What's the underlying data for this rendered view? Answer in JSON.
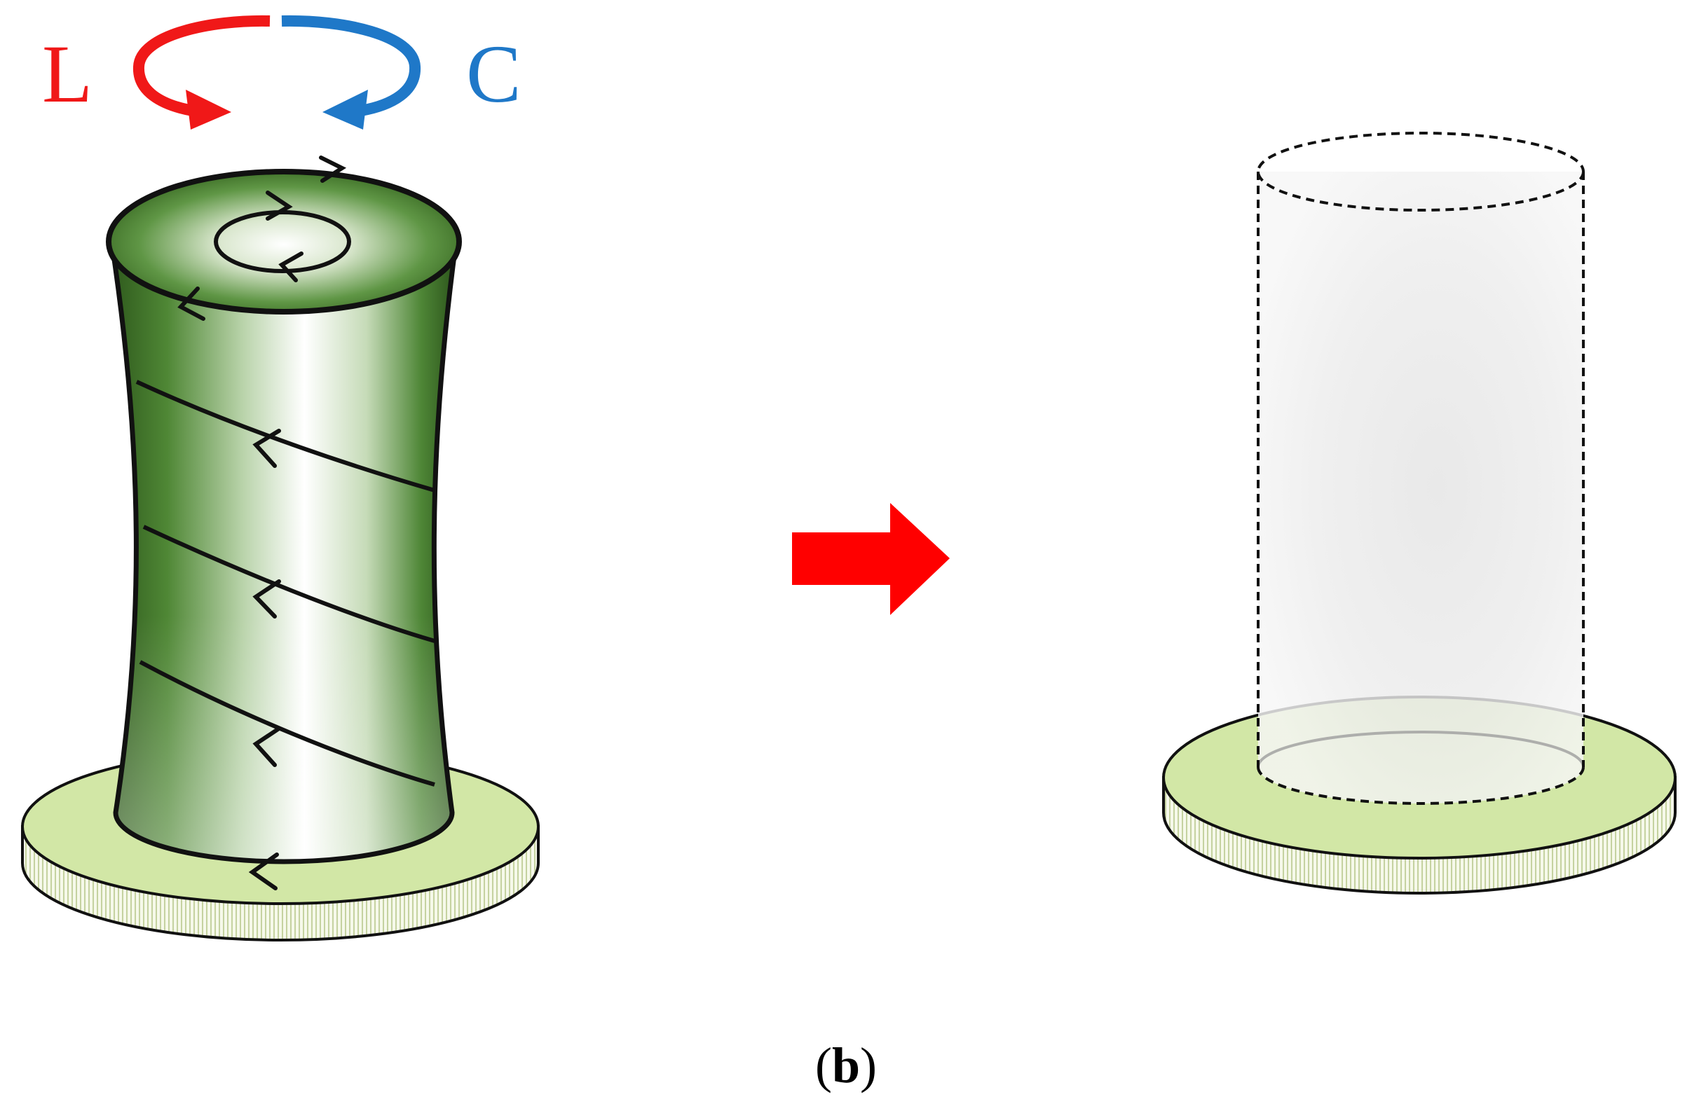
{
  "labels": {
    "left": "L",
    "right": "C"
  },
  "caption": {
    "open": "(",
    "letter": "b",
    "close": ")"
  },
  "colors": {
    "label_left": "#f01818",
    "label_right": "#1f78c8",
    "transition_arrow": "#ff0000",
    "base_disk": "#d2e7a6",
    "column_green": "#3e6e28"
  }
}
